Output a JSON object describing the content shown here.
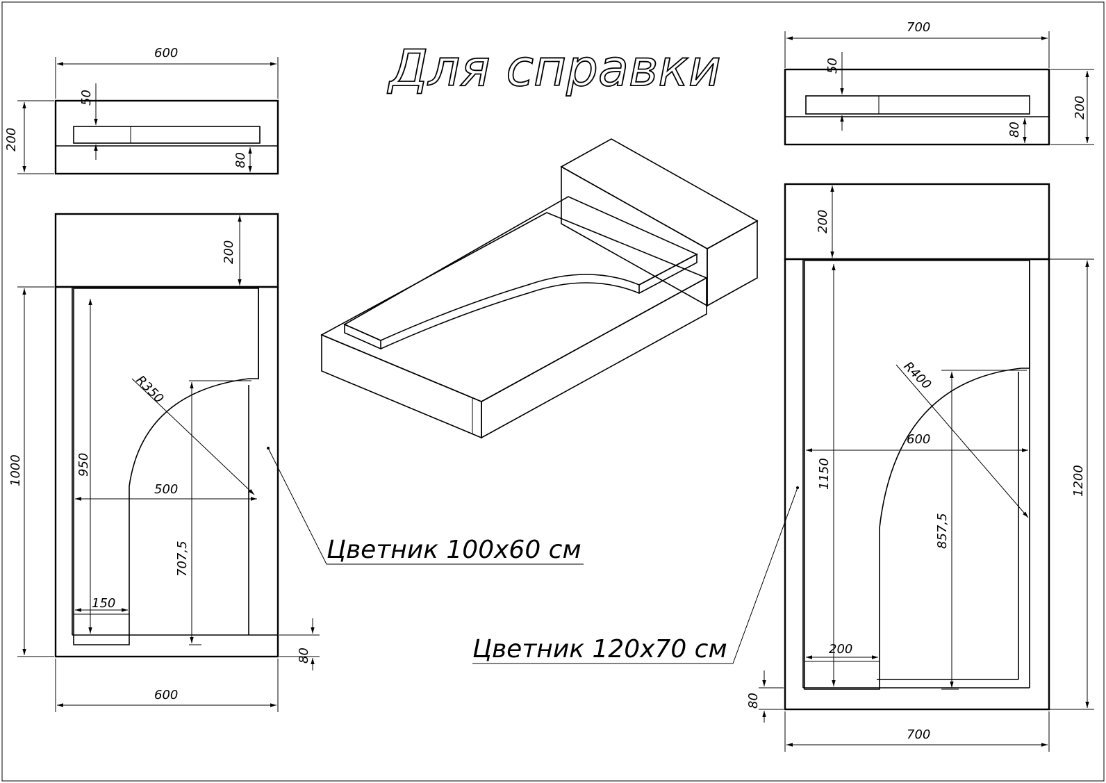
{
  "title": "Для справки",
  "labels": {
    "small_bed": "Цветник 100х60 см",
    "large_bed": "Цветник 120х70 см"
  },
  "small": {
    "side_view": {
      "width": "600",
      "height": "200",
      "top_gap": "50",
      "base": "80"
    },
    "plan_view": {
      "head": "200",
      "length": "1000",
      "radius": "R350",
      "inner_length": "950",
      "span": "500",
      "tail": "707,5",
      "strip": "150",
      "bottom": "80",
      "width": "600"
    }
  },
  "large": {
    "side_view": {
      "width": "700",
      "height": "200",
      "top_gap": "50",
      "base": "80"
    },
    "plan_view": {
      "head": "200",
      "length": "1200",
      "radius": "R400",
      "span": "600",
      "inner_length": "1150",
      "tail": "857,5",
      "strip": "200",
      "bottom": "80",
      "width": "700"
    }
  },
  "colors": {
    "line": "#000000",
    "background": "#ffffff"
  }
}
